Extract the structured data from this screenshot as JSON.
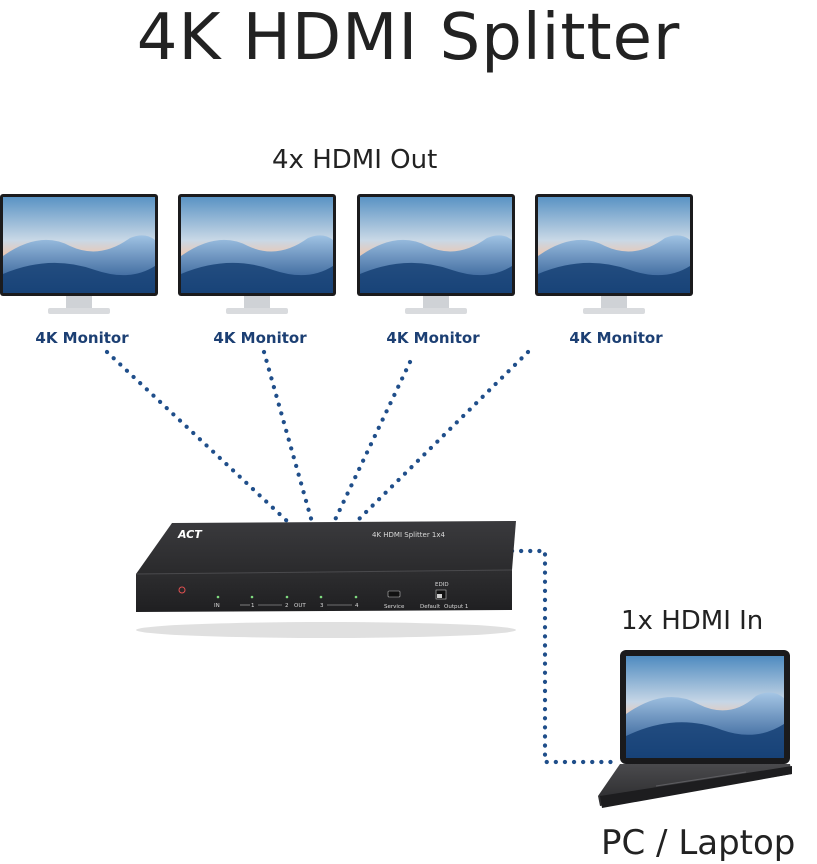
{
  "title": "4K HDMI Splitter",
  "outputs": {
    "label": "4x HDMI Out",
    "monitors": [
      {
        "label": "4K Monitor"
      },
      {
        "label": "4K Monitor"
      },
      {
        "label": "4K Monitor"
      },
      {
        "label": "4K Monitor"
      }
    ]
  },
  "input": {
    "label": "1x HDMI In",
    "device_label": "PC / Laptop"
  },
  "splitter": {
    "brand": "ACT",
    "model": "4K HDMI Splitter 1x4",
    "port_in": "IN",
    "port_out": "OUT",
    "port_numbers": [
      "1",
      "2",
      "3",
      "4"
    ],
    "service": "Service",
    "edid": "EDID",
    "edid_default": "Default",
    "edid_output": "Output 1"
  },
  "colors": {
    "link_dots": "#1f4e8a",
    "monitor_label": "#1c3f73",
    "device_body": "#2f2f31"
  }
}
